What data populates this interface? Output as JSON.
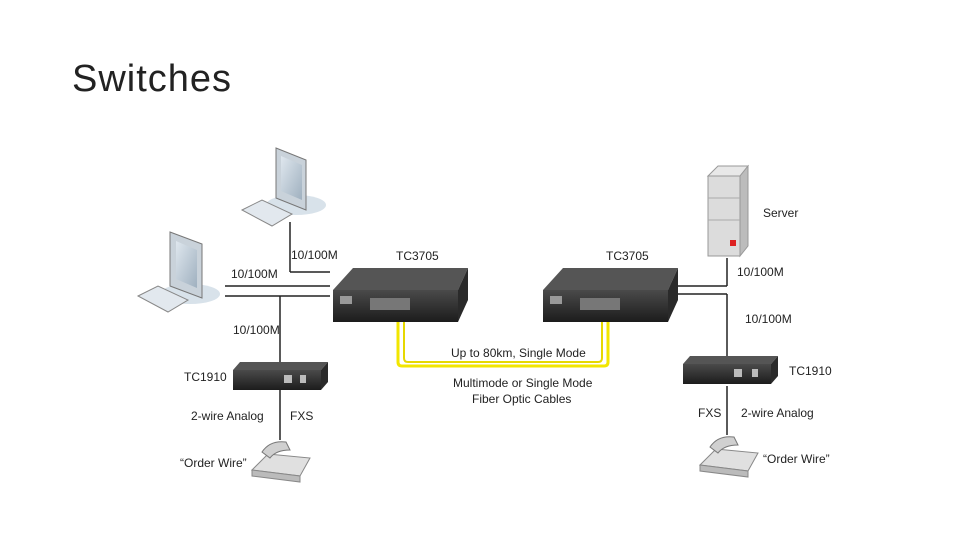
{
  "slide": {
    "title": "Switches"
  },
  "diagram": {
    "server": "Server",
    "left_switch": "TC3705",
    "right_switch": "TC3705",
    "left_converter": "TC1910",
    "right_converter": "TC1910",
    "link_left_top": "10/100M",
    "link_left_mid": "10/100M",
    "link_left_down": "10/100M",
    "link_right_top": "10/100M",
    "link_right_down": "10/100M",
    "fiber_top": "Up to 80km, Single Mode",
    "fiber_bottom_1": "Multimode or Single Mode",
    "fiber_bottom_2": "Fiber Optic Cables",
    "left_analog": "2-wire Analog",
    "left_fxs": "FXS",
    "right_fxs": "FXS",
    "right_analog": "2-wire Analog",
    "left_phone": "“Order Wire”",
    "right_phone": "“Order Wire”",
    "fiber_color": "#f2e600"
  }
}
